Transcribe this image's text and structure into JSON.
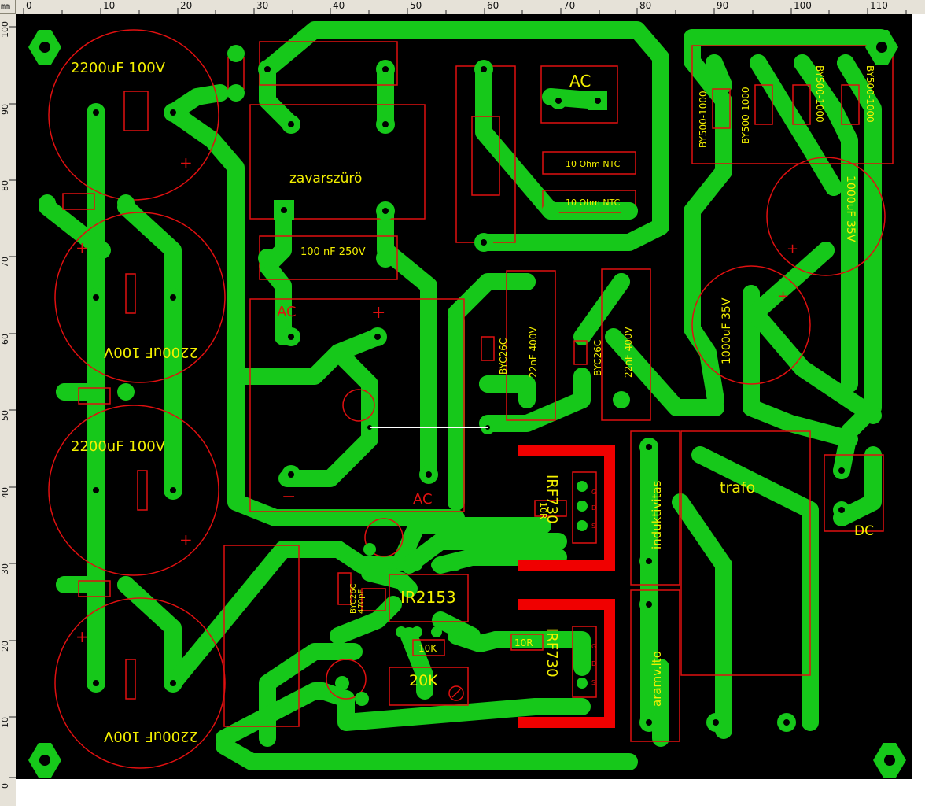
{
  "ruler": {
    "unit": "mm",
    "top_labels": [
      "0",
      "10",
      "20",
      "30",
      "40",
      "50",
      "60",
      "70",
      "80",
      "90",
      "100",
      "110"
    ],
    "left_labels": [
      "100",
      "90",
      "80",
      "70",
      "60",
      "50",
      "40",
      "30",
      "20",
      "10",
      "0"
    ]
  },
  "colors": {
    "board": "#000000",
    "trace": "#16c81a",
    "silk": "#e01010",
    "text": "#f4f000",
    "pad_hole": "#000000",
    "jumper": "#ffffff",
    "heatsink": "#f00000"
  },
  "labels": {
    "cap1": "2200uF 100V",
    "cap2": "2200uF 100V",
    "cap3": "2200uF 100V",
    "cap4": "2200uF 100V",
    "filter": "zavarszürö",
    "cap_100n": "100 nF 250V",
    "ac_top": "AC",
    "ntc1": "10 Ohm NTC",
    "ntc2": "10 Ohm NTC",
    "ac_bridge": "AC",
    "plus_bridge": "+",
    "minus_bridge": "−",
    "ac_bottom": "AC",
    "byc1": "BYC26C",
    "byc2": "BYC26C",
    "c22n_1": "22nF 400V",
    "c22n_2": "22nF 400V",
    "by1": "BY500-1000",
    "by2": "BY500-1000",
    "by3": "BY500-1000",
    "by4": "BY500-1000",
    "c1000_1": "1000uF 35V",
    "c1000_2": "1000uF 35V",
    "irf1": "IRF730",
    "irf2": "IRF730",
    "r10_1": "10R",
    "r10_2": "10R",
    "ir2153": "IR2153",
    "byc_small": "BYC26C",
    "c470p": "470pF",
    "r10k": "10K",
    "pot20k": "20K",
    "induktivitas": "induktivitas",
    "aramvalto": "aramv.lto",
    "trafo": "trafo",
    "dc": "DC",
    "plus": "+",
    "g": "G",
    "d": "D",
    "s": "S"
  }
}
